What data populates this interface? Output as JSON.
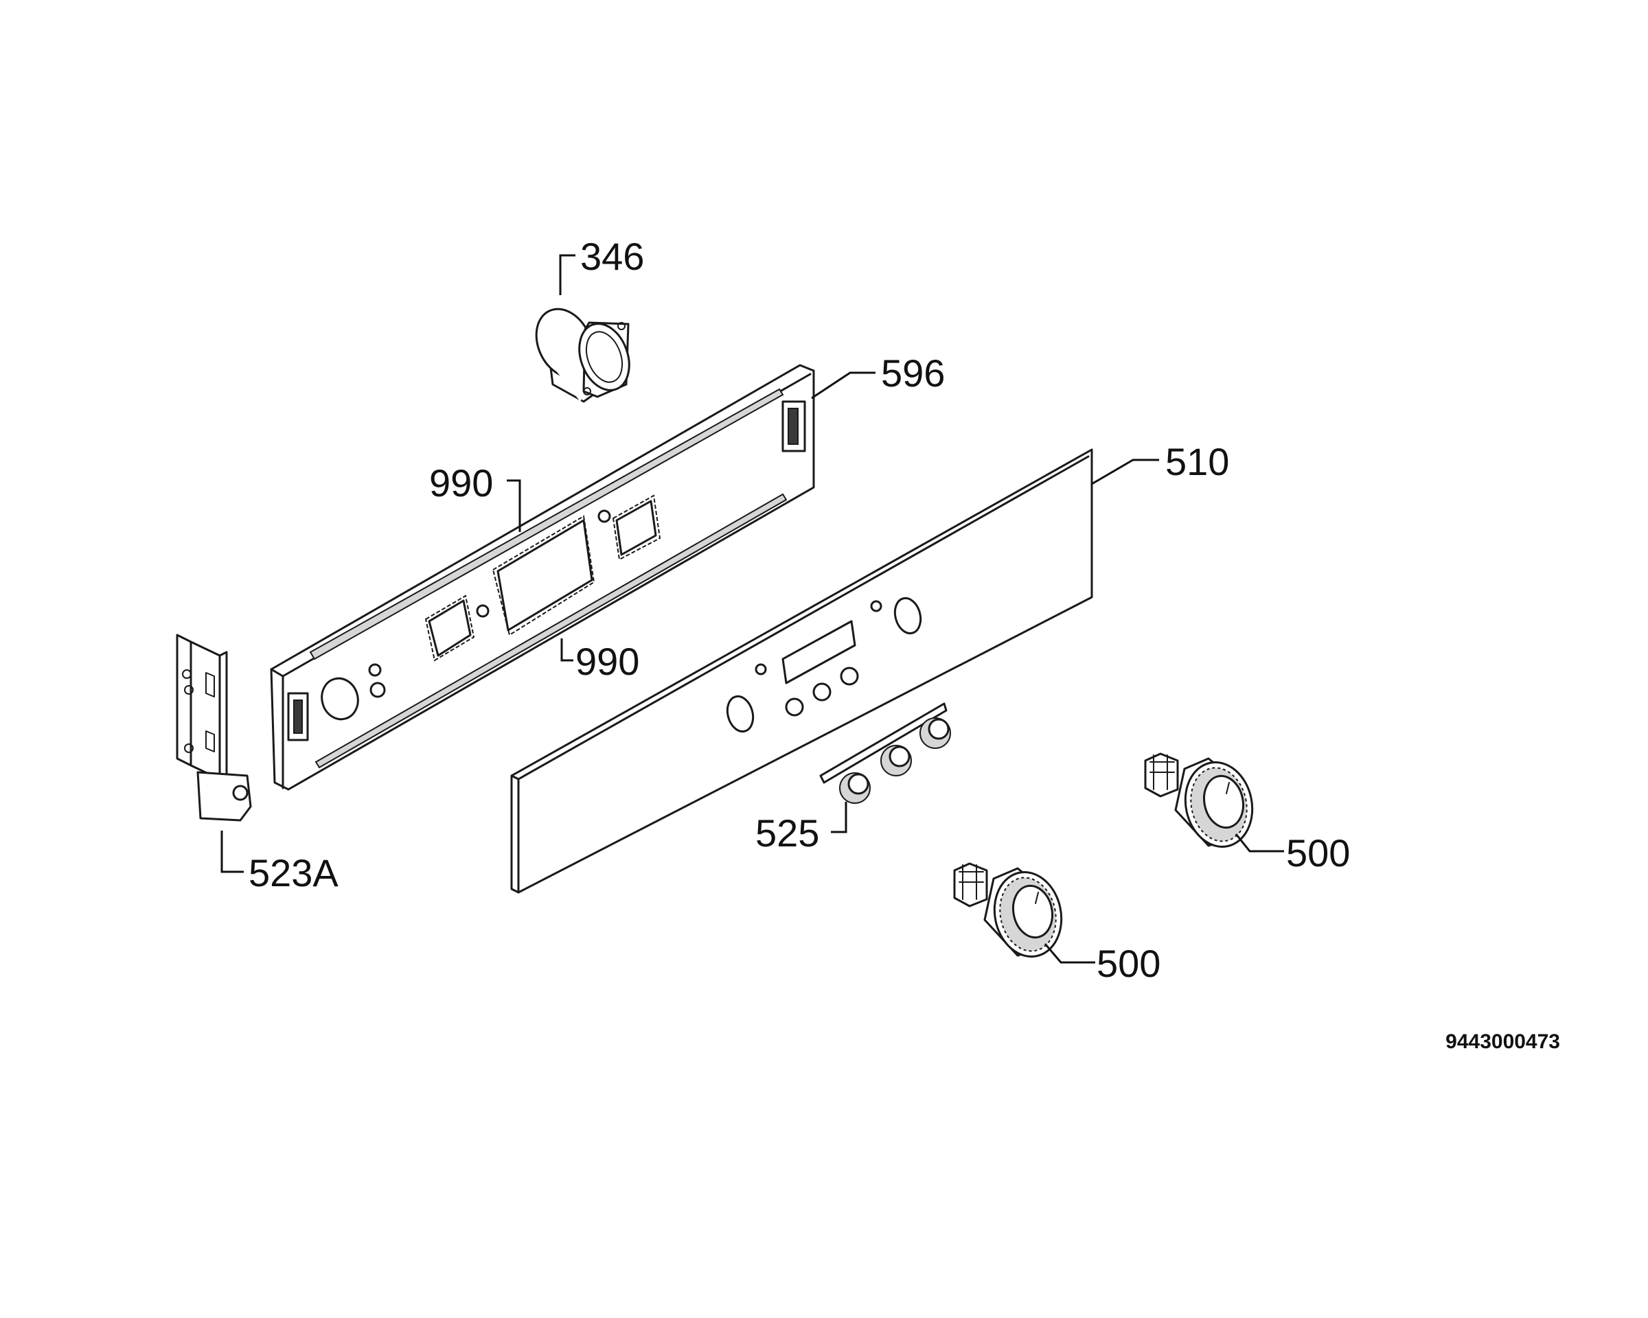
{
  "callouts": {
    "c346": "346",
    "c596": "596",
    "c990_top": "990",
    "c990_bottom": "990",
    "c510": "510",
    "c523a": "523A",
    "c525": "525",
    "c500_right": "500",
    "c500_bottom": "500"
  },
  "document_number": "9443000473"
}
